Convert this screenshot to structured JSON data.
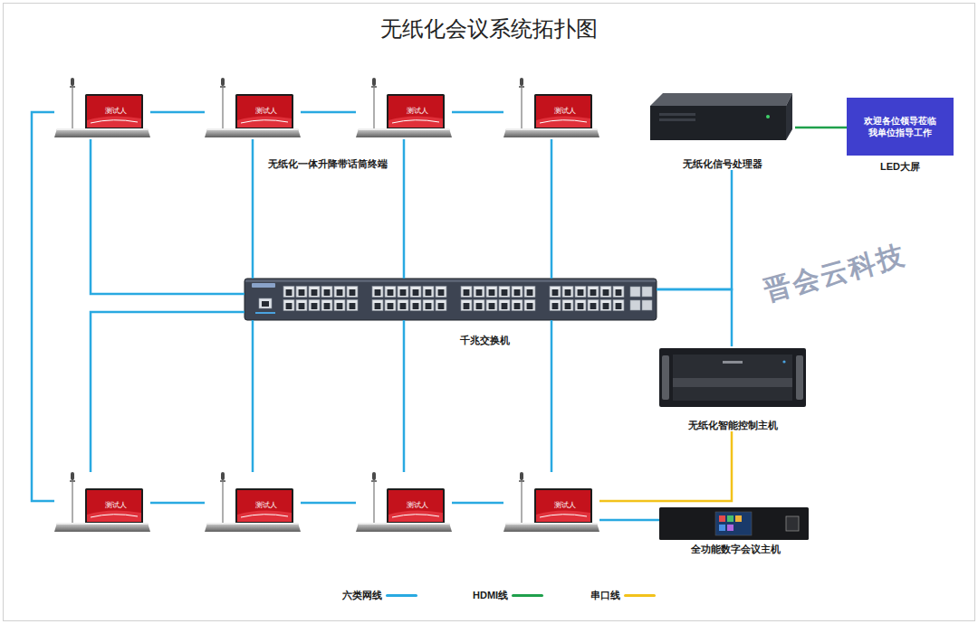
{
  "diagram": {
    "title": "无纸化会议系统拓扑图",
    "nodes": [
      {
        "text": [
          "测试人"
        ]
      },
      {
        "text": [
          "测试人"
        ]
      },
      {
        "text": [
          "测试人"
        ]
      },
      {
        "text": [
          "测试人"
        ]
      },
      {
        "text": [
          "无纸化信号处理器"
        ]
      },
      {
        "text": [
          "欢迎各位领导莅临 我单位指导工作",
          "LED大屏"
        ]
      },
      {
        "text": [
          "千兆交换机"
        ]
      },
      {
        "text": [
          "无纸化智能控制主机"
        ]
      },
      {
        "text": [
          "测试人"
        ]
      },
      {
        "text": [
          "测试人"
        ]
      },
      {
        "text": [
          "测试人"
        ]
      },
      {
        "text": [
          "测试人"
        ]
      },
      {
        "text": [
          "全功能数字会议主机"
        ]
      }
    ],
    "edges": [
      {
        "from": 0,
        "to": 1,
        "arrow": "none"
      },
      {
        "from": 1,
        "to": 2,
        "arrow": "none"
      },
      {
        "from": 2,
        "to": 3,
        "arrow": "none"
      },
      {
        "from": 8,
        "to": 9,
        "arrow": "none"
      },
      {
        "from": 9,
        "to": 10,
        "arrow": "none"
      },
      {
        "from": 10,
        "to": 11,
        "arrow": "none"
      },
      {
        "from": 0,
        "to": 8,
        "arrow": "none"
      },
      {
        "from": 0,
        "to": 6,
        "arrow": "none"
      },
      {
        "from": 1,
        "to": 6,
        "arrow": "none"
      },
      {
        "from": 2,
        "to": 6,
        "arrow": "none"
      },
      {
        "from": 3,
        "to": 6,
        "arrow": "none"
      },
      {
        "from": 8,
        "to": 6,
        "arrow": "none"
      },
      {
        "from": 9,
        "to": 6,
        "arrow": "none"
      },
      {
        "from": 10,
        "to": 6,
        "arrow": "none"
      },
      {
        "from": 11,
        "to": 6,
        "arrow": "none"
      },
      {
        "from": 6,
        "to": 4,
        "arrow": "none"
      },
      {
        "from": 6,
        "to": 7,
        "arrow": "none"
      },
      {
        "from": 11,
        "to": 12,
        "arrow": "none"
      },
      {
        "from": 4,
        "to": 5,
        "arrow": "none"
      },
      {
        "from": 11,
        "to": 7,
        "arrow": "none"
      }
    ],
    "labels": [
      "无纸化一体升降带话筒终端",
      "晋会云科技"
    ],
    "legend": [
      {
        "text": "六类网线",
        "color": "#29a9e1"
      },
      {
        "text": "HDMI线",
        "color": "#1fa04c"
      },
      {
        "text": "串口线",
        "color": "#f2c21b"
      }
    ]
  }
}
